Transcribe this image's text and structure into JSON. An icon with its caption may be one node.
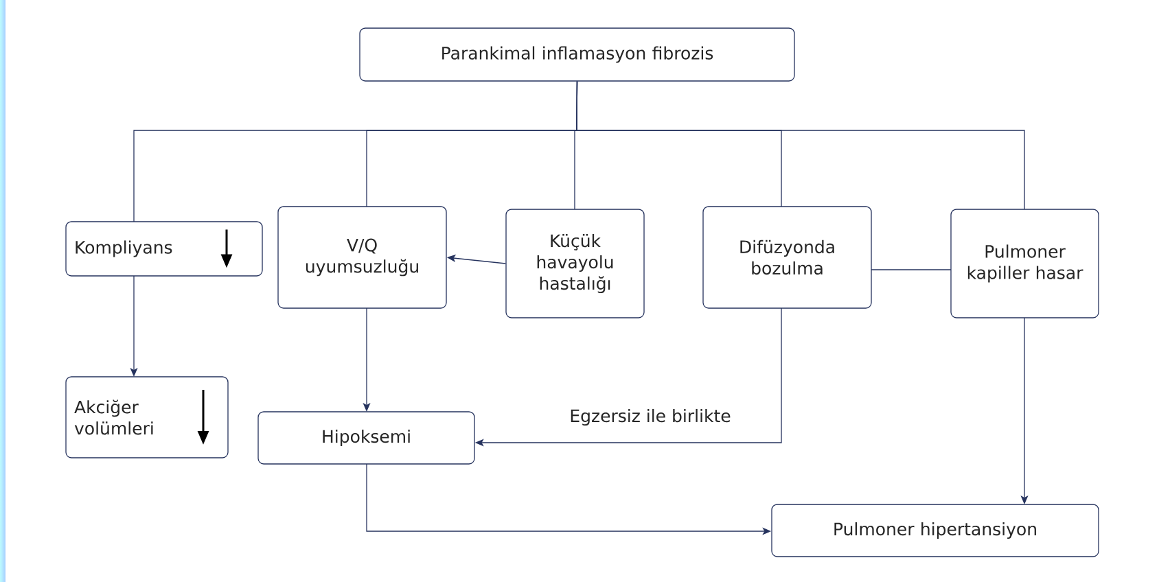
{
  "diagram": {
    "nodes": [
      {
        "text": [
          "Parankimal inflamasyon fibrozis"
        ]
      },
      {
        "text": [
          "Kompliyans"
        ]
      },
      {
        "text": [
          "V/Q uyumsuzluğu"
        ]
      },
      {
        "text": [
          "Küçük havayolu hastalığı"
        ]
      },
      {
        "text": [
          "Difüzyonda bozulma"
        ]
      },
      {
        "text": [
          "Pulmoner kapiller hasar"
        ]
      },
      {
        "text": [
          "Akciğer volümleri"
        ]
      },
      {
        "text": [
          "Hipoksemi"
        ]
      },
      {
        "text": [
          "Pulmoner hipertansiyon"
        ]
      }
    ],
    "edges": [
      {
        "from": 0,
        "to": 1,
        "arrow": "none"
      },
      {
        "from": 0,
        "to": 2,
        "arrow": "none"
      },
      {
        "from": 0,
        "to": 3,
        "arrow": "none"
      },
      {
        "from": 0,
        "to": 4,
        "arrow": "none"
      },
      {
        "from": 0,
        "to": 5,
        "arrow": "none"
      },
      {
        "from": 1,
        "to": 6,
        "arrow": "to"
      },
      {
        "from": 3,
        "to": 2,
        "arrow": "to"
      },
      {
        "from": 2,
        "to": 7,
        "arrow": "to"
      },
      {
        "from": 4,
        "to": 7,
        "arrow": "to",
        "label": "Egzersiz ile birlikte"
      },
      {
        "from": 4,
        "to": 5,
        "arrow": "none"
      },
      {
        "from": 5,
        "to": 8,
        "arrow": "to"
      },
      {
        "from": 7,
        "to": 8,
        "arrow": "to"
      }
    ]
  }
}
